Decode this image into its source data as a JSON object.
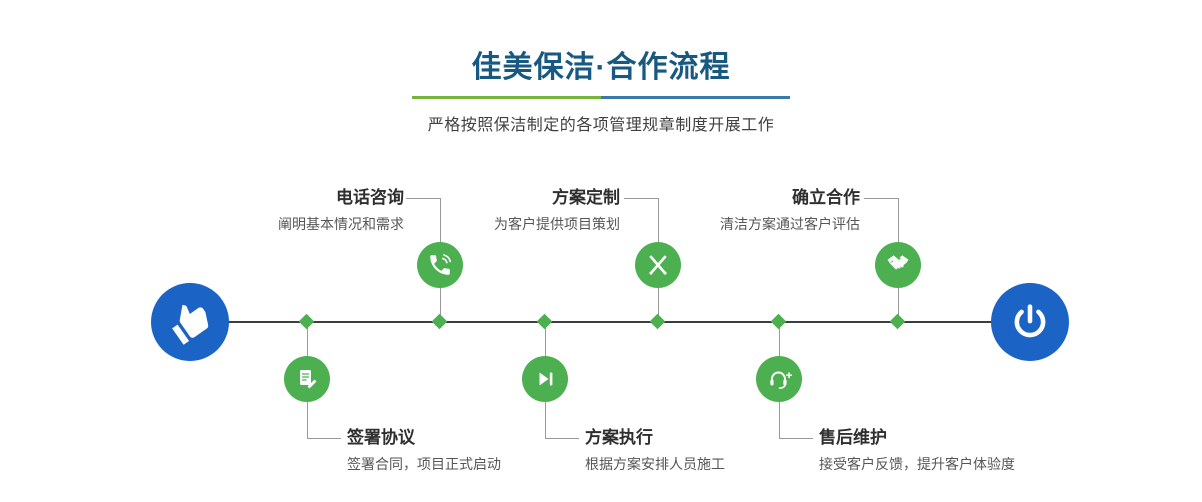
{
  "header": {
    "title": "佳美保洁·合作流程",
    "subtitle": "严格按照保洁制定的各项管理规章制度开展工作"
  },
  "timeline": {
    "start_icon": "hand-pointer-icon",
    "end_icon": "power-icon",
    "steps_top": [
      {
        "title": "电话咨询",
        "desc": "阐明基本情况和需求",
        "icon": "phone-icon"
      },
      {
        "title": "方案定制",
        "desc": "为客户提供项目策划",
        "icon": "pen-cross-icon"
      },
      {
        "title": "确立合作",
        "desc": "清洁方案通过客户评估",
        "icon": "handshake-icon"
      }
    ],
    "steps_bottom": [
      {
        "title": "签署协议",
        "desc": "签署合同，项目正式启动",
        "icon": "contract-icon"
      },
      {
        "title": "方案执行",
        "desc": "根据方案安排人员施工",
        "icon": "play-next-icon"
      },
      {
        "title": "售后维护",
        "desc": "接受客户反馈，提升客户体验度",
        "icon": "headset-icon"
      }
    ]
  },
  "colors": {
    "title_blue": "#175980",
    "accent_green": "#4caf50",
    "accent_blue": "#1b63c5",
    "divider_green": "#76b43e",
    "divider_blue": "#3b79ab",
    "timeline_line": "#3d3d3d"
  }
}
